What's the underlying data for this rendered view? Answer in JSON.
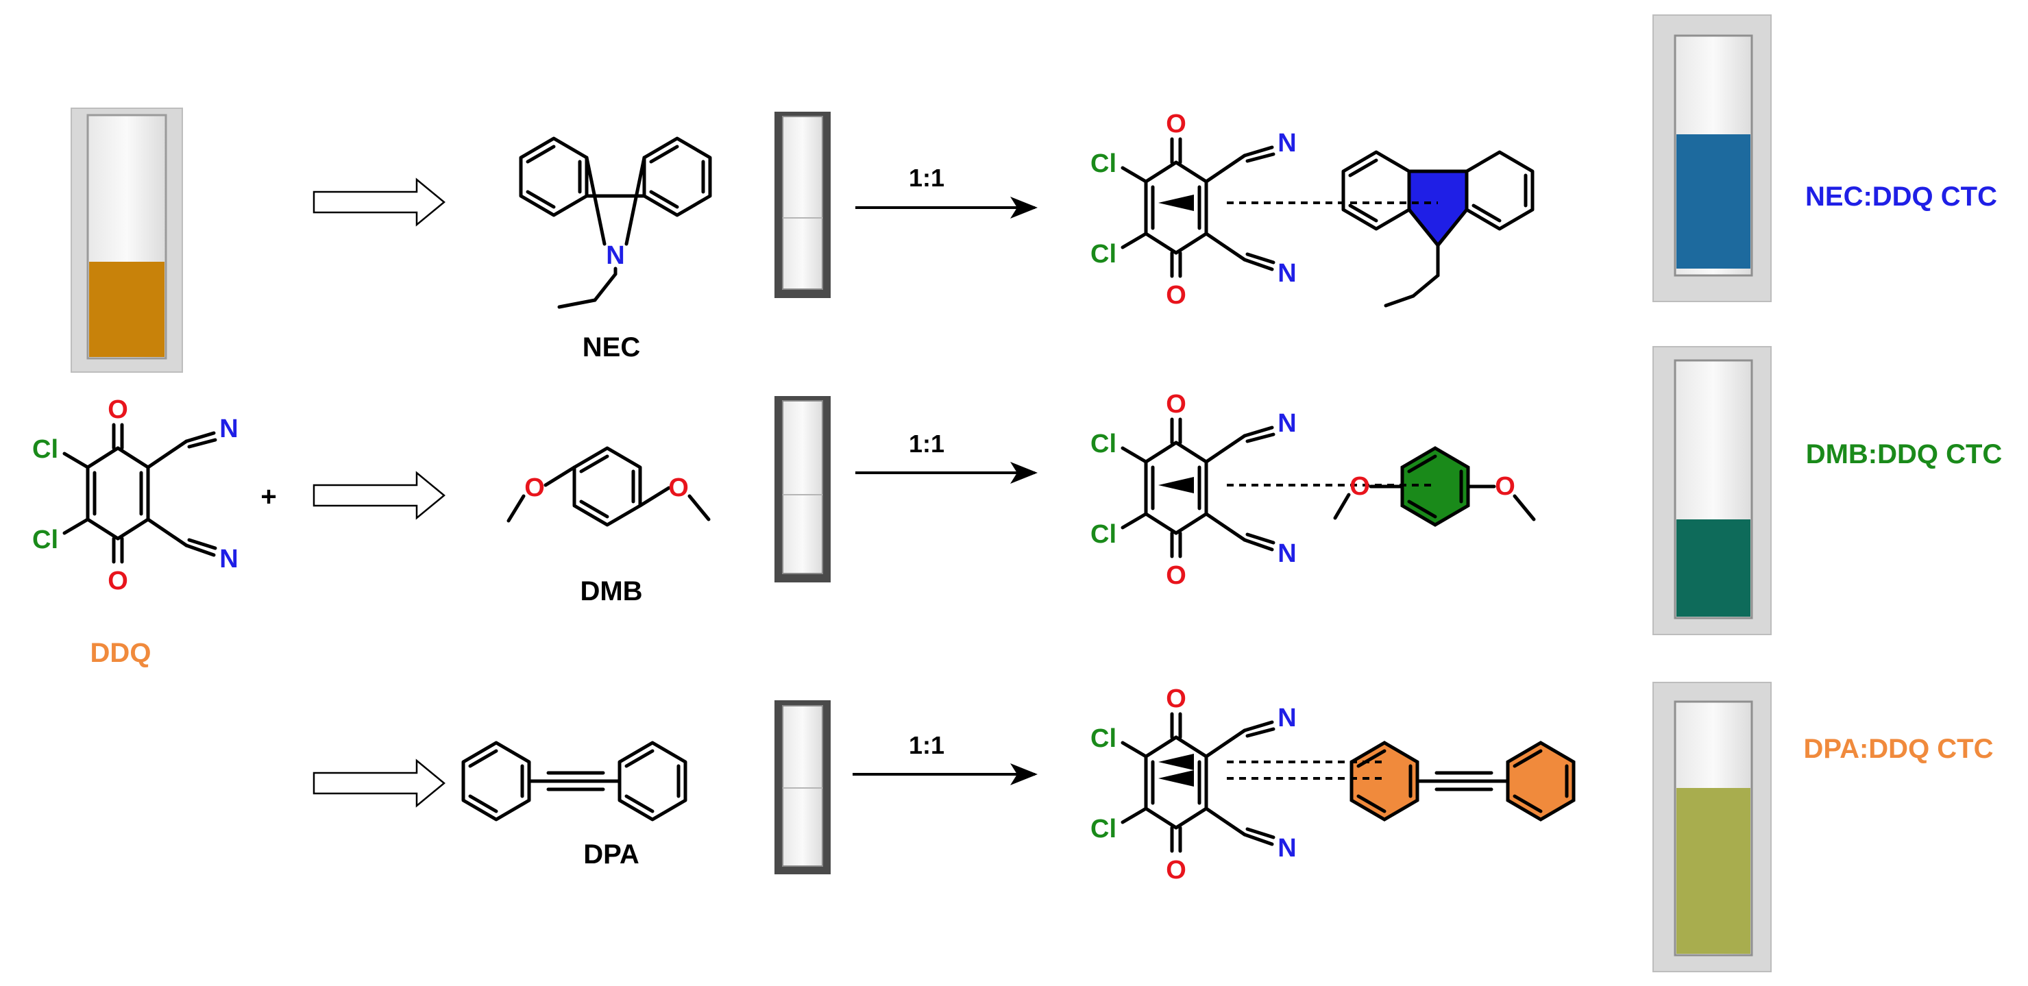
{
  "colors": {
    "ddq": "#f08a3c",
    "nec": "#1f1fe6",
    "dmb": "#1a8a1a",
    "dpa": "#f08a3c",
    "oxygen": "#e8141c",
    "nitrogen": "#1f1fe6",
    "chlorine": "#1a8a1a",
    "vial_ddq": "#c8820a",
    "vial_nec": "#1d6a9e",
    "vial_dmb": "#0e6b5a",
    "vial_dpa": "#a8ad4e"
  },
  "atoms": {
    "O": "O",
    "N": "N",
    "Cl": "Cl"
  },
  "reactant": {
    "name": "DDQ",
    "plus": "+"
  },
  "rows": [
    {
      "donor": "NEC",
      "ratio": "1:1",
      "product": "NEC:DDQ CTC"
    },
    {
      "donor": "DMB",
      "ratio": "1:1",
      "product": "DMB:DDQ CTC"
    },
    {
      "donor": "DPA",
      "ratio": "1:1",
      "product": "DPA:DDQ CTC"
    }
  ],
  "icons": [
    "hollow-arrow-icon",
    "reaction-arrow-icon",
    "cuvette-icon"
  ]
}
